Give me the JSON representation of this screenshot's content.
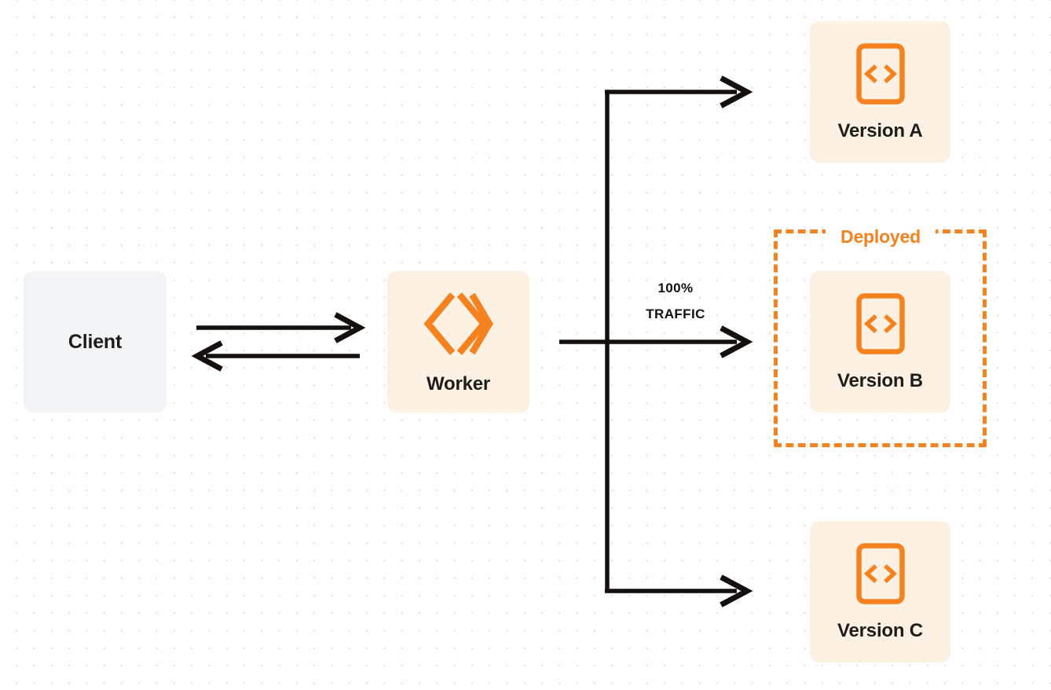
{
  "diagram": {
    "title": "Worker version traffic routing",
    "background": {
      "color": "#ffffff",
      "dot_color": "#e3e3e3"
    },
    "colors": {
      "orange": "#f6821f",
      "cream": "#fdf1e3",
      "gray": "#f3f4f5",
      "ink": "#1d1d1b",
      "arrow": "#13100d"
    }
  },
  "nodes": {
    "client": {
      "label": "Client"
    },
    "worker": {
      "label": "Worker",
      "icon": "cloudflare-workers-logo"
    },
    "versions": [
      {
        "id": "a",
        "label": "Version A",
        "icon": "code-document-icon"
      },
      {
        "id": "b",
        "label": "Version B",
        "icon": "code-document-icon"
      },
      {
        "id": "c",
        "label": "Version C",
        "icon": "code-document-icon"
      }
    ]
  },
  "annotations": {
    "deployed": {
      "label": "Deployed",
      "applies_to": "Version B"
    },
    "traffic": {
      "percent": "100%",
      "unit": "TRAFFIC",
      "routed_to": "Version B"
    }
  }
}
